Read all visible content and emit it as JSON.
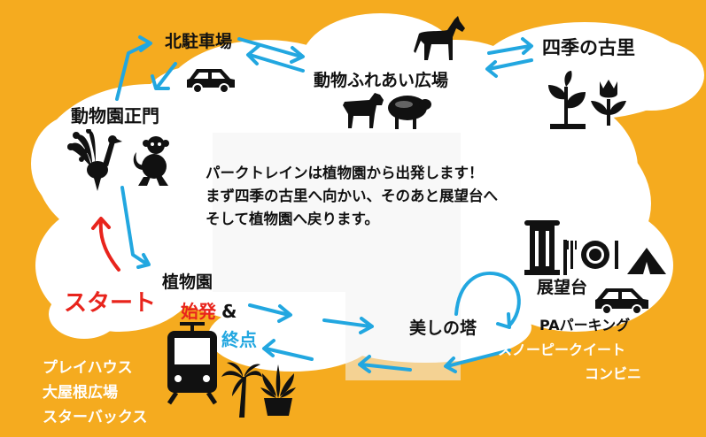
{
  "stations": {
    "north_parking": "北駐車場",
    "petting_plaza": "動物ふれあい広場",
    "shiki_no_furusato": "四季の古里",
    "zoo_main_gate": "動物園正門",
    "botanical_garden": "植物園",
    "observatory": "展望台",
    "utsukushi_no_tou": "美しの塔"
  },
  "start_label": "スタート",
  "depart_label": "始発",
  "ampersand": "&",
  "terminal_label": "終点",
  "message_lines": [
    "パークトレインは植物園から出発します！",
    "まず四季の古里へ向かい、そのあと展望台へ",
    "そして植物園へ戻ります。"
  ],
  "observatory_facilities": [
    "PAパーキング",
    "スノーピークイート",
    "コンビニ"
  ],
  "botanical_facilities": [
    "プレイハウス",
    "大屋根広場",
    "スターバックス"
  ],
  "colors": {
    "background": "#f5ab1f",
    "cloud": "#ffffff",
    "arrow": "#22a7e0",
    "start_red": "#e8241c",
    "icon": "#111111"
  }
}
